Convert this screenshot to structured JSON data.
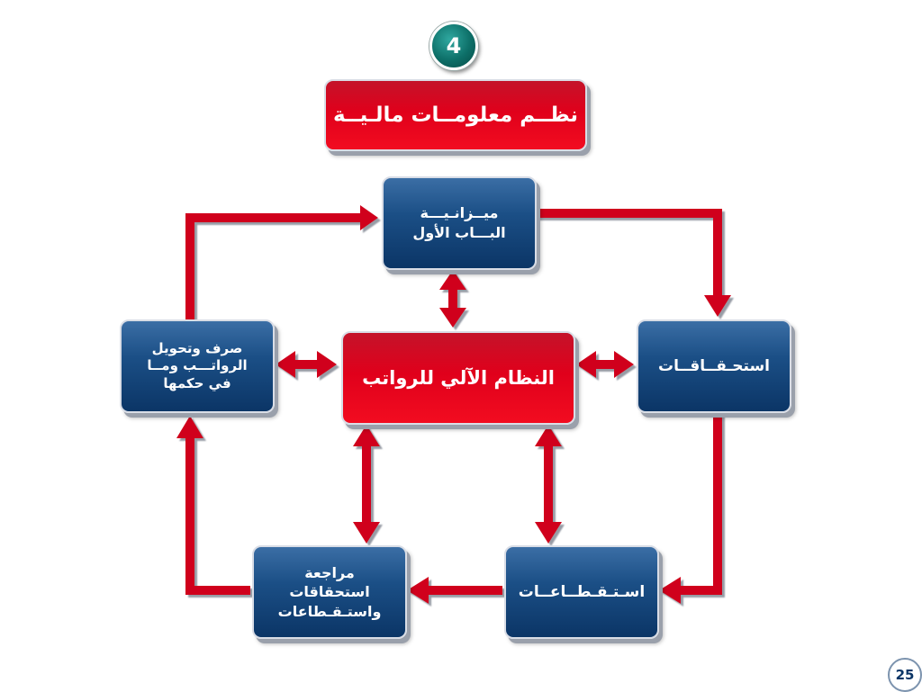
{
  "slide_badge": "4",
  "title": "نظــم معلومــات مالـيــة",
  "boxes": {
    "budget": "ميــزانـيـــة\nالبـــاب الأول",
    "payment": "صرف وتحويل\nالرواتـــب ومــا\nفي حكمها",
    "center": "النظام الآلي للرواتب",
    "entitlements": "استحـقــاقــات",
    "review": "مراجعة\nاستحقاقات\nواستـقـطاعات",
    "deductions": "اسـتـقـطــاعــات"
  },
  "page_number": "25",
  "colors": {
    "arrow": "#d0001a",
    "blue_box": "#1b4f86",
    "red_box": "#e0001b",
    "badge": "#0d6f68"
  }
}
